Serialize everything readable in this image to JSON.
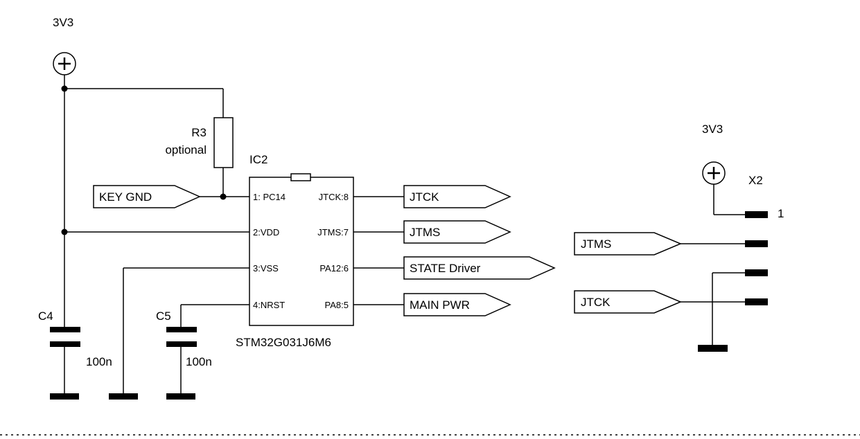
{
  "power_3v3_left": "3V3",
  "power_3v3_right": "3V3",
  "r3_ref": "R3",
  "r3_note": "optional",
  "ic_ref": "IC2",
  "ic_part": "STM32G031J6M6",
  "pins_left": [
    "1: PC14",
    "2:VDD",
    "3:VSS",
    "4:NRST"
  ],
  "pins_right": [
    "JTCK:8",
    "JTMS:7",
    "PA12:6",
    "PA8:5"
  ],
  "flag_key_gnd": "KEY GND",
  "flag_jtck": "JTCK",
  "flag_jtms": "JTMS",
  "flag_state": "STATE Driver",
  "flag_main_pwr": "MAIN PWR",
  "flag_jtms_conn": "JTMS",
  "flag_jtck_conn": "JTCK",
  "c4_ref": "C4",
  "c4_val": "100n",
  "c5_ref": "C5",
  "c5_val": "100n",
  "x2_ref": "X2",
  "x2_pin1": "1"
}
